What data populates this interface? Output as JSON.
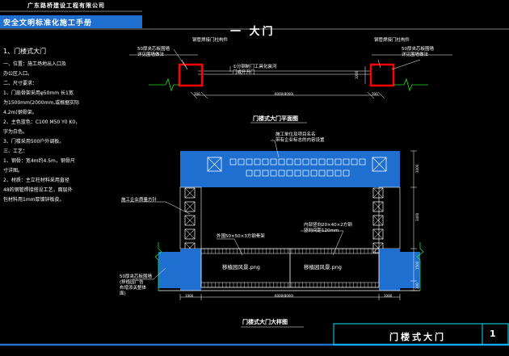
{
  "header": {
    "company": "广东路桥建设工程有限公司",
    "manual": "安全文明标准化施工手册"
  },
  "section_title": "一  大门",
  "side": {
    "heading": "1、门楼式大门",
    "lines": [
      "一、位置：施工场地出入口及",
      "办公区入口。",
      "二、尺寸要求：",
      "1、门扇骨架采用φ50mm 长1宽",
      "为1500mm(2000mm,或根据实际",
      "4.2m)钢骨架。",
      "2、主色蓝色：C100 M50 Y0 K0，",
      "字为白色。",
      "3、门楼采用500户外调板。",
      "三、工艺：",
      "1、钢骨：宽4m约4.5m，钢骨尺",
      "寸详图。",
      "2、材质：主立柱材料采用直径",
      "48的钢管焊接搭设工艺，面层外",
      "包材料用1mm厚镀锌板皮。"
    ]
  },
  "plan": {
    "left_label": [
      "钢管焊接门柱构件",
      "50厚夹芯板围墙",
      "详见围墙做法"
    ],
    "right_label": [
      "钢管焊接门柱构件",
      "50厚夹芯板围墙",
      "详见围墙做法"
    ],
    "middle_label": [
      "①分钢制门工具化装河",
      "门或开开门"
    ],
    "dims": {
      "left_gap": "700",
      "span": "6000(8000)",
      "right_gap": "700",
      "depth": "1000"
    },
    "caption": "门楼式大门平面图"
  },
  "elevation": {
    "top_label": [
      "施工单位及项目名名",
      "带有企业标志的内容设置"
    ],
    "side_label": "施工企业质量方针",
    "mesh_label": "外围50×50×3方钢骨架",
    "inner_label": [
      "内部竖向20×40×2方钢",
      "竖向间距120mm"
    ],
    "panel_left": "移植园风景.png",
    "panel_right": "移植园风景.png",
    "left_wall_label": [
      "50厚夹芯板围墙",
      "(移植园广告",
      "布增添关整体",
      "面)"
    ],
    "dims": {
      "left": "1000",
      "span": "6000(8000)",
      "right": "1000",
      "h_top": "1000",
      "h_mid": "3400",
      "h_low": "1500",
      "h_base": "200"
    },
    "caption": "门楼式大门大样图"
  },
  "title_block": {
    "name": "门楼式大门",
    "page": "1"
  },
  "colors": {
    "blue": "#1e6fd0",
    "red": "#ff0000",
    "line": "#ffffff",
    "cyan": "#00e5ff",
    "green": "#22dd22"
  }
}
